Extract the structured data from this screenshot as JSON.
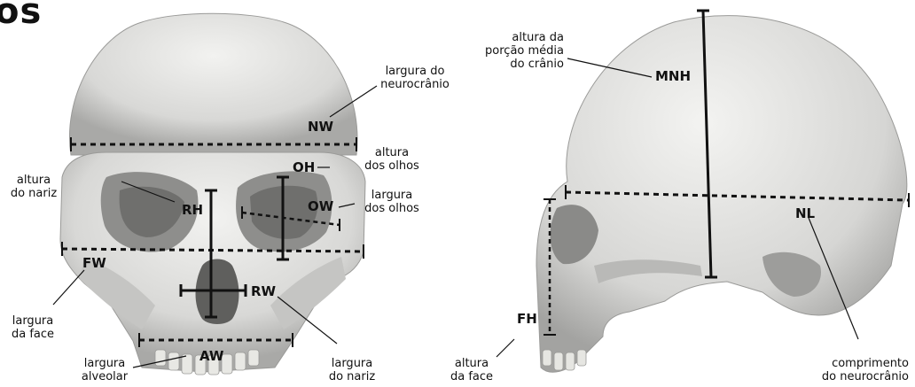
{
  "title_fragment": "os",
  "front_view": {
    "abbreviations": {
      "NW": "NW",
      "OH": "OH",
      "OW": "OW",
      "RH": "RH",
      "FW": "FW",
      "RW": "RW",
      "AW": "AW"
    },
    "labels": {
      "nw": [
        "largura do",
        "neurocrânio"
      ],
      "oh": [
        "altura",
        "dos olhos"
      ],
      "ow": [
        "largura",
        "dos olhos"
      ],
      "rh": [
        "altura",
        "do nariz"
      ],
      "fw": [
        "largura",
        "da face"
      ],
      "rw": [
        "largura",
        "do nariz"
      ],
      "aw": [
        "largura",
        "alveolar"
      ]
    }
  },
  "side_view": {
    "abbreviations": {
      "MNH": "MNH",
      "NL": "NL",
      "FH": "FH"
    },
    "labels": {
      "mnh": [
        "altura da",
        "porção média",
        "do crânio"
      ],
      "fh": [
        "altura",
        "da face"
      ],
      "nl": [
        "comprimento",
        "do neurocrânio"
      ]
    }
  },
  "colors": {
    "bone": "#d9d9d7",
    "bone_dark": "#8c8c8a",
    "ink": "#111111"
  }
}
